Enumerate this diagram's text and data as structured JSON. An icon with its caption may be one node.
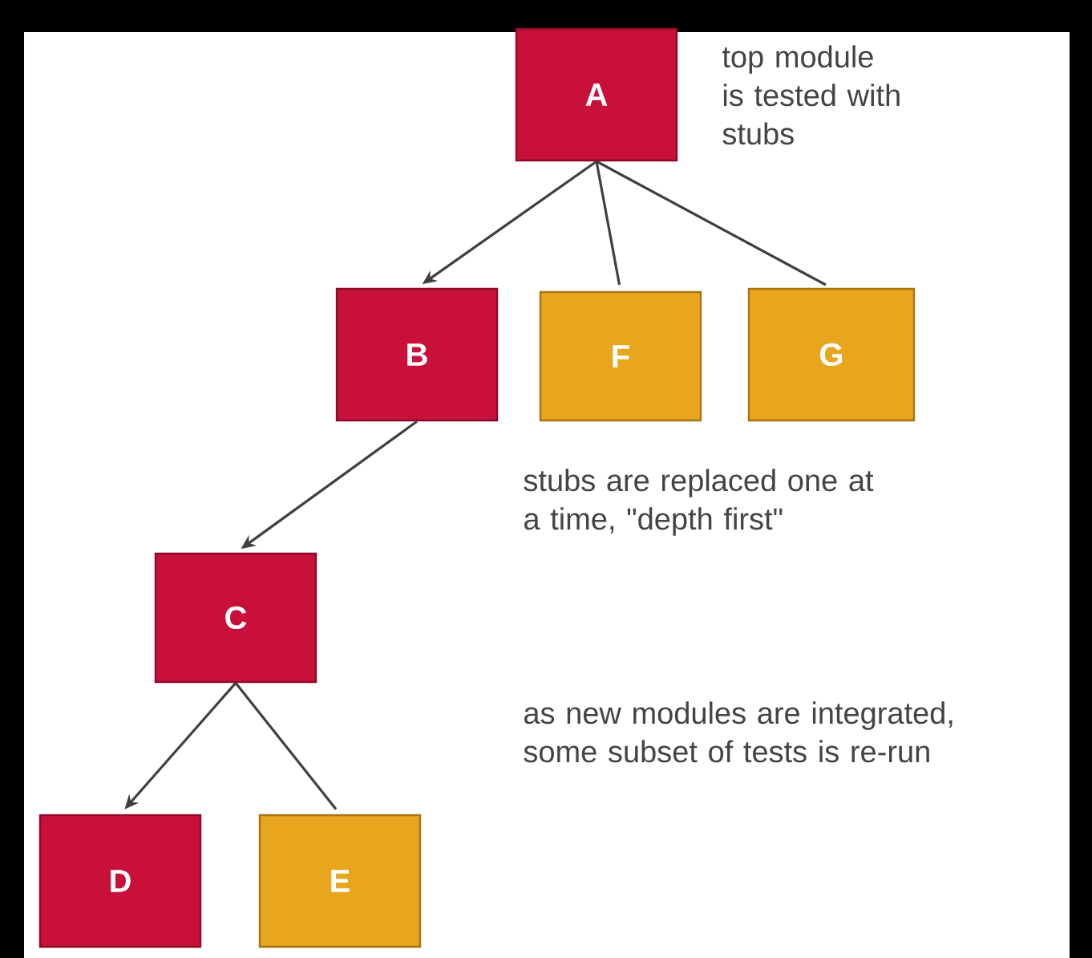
{
  "diagram": {
    "nodes": [
      {
        "text": [
          "A"
        ]
      },
      {
        "text": [
          "B"
        ]
      },
      {
        "text": [
          "F"
        ]
      },
      {
        "text": [
          "G"
        ]
      },
      {
        "text": [
          "C"
        ]
      },
      {
        "text": [
          "D"
        ]
      },
      {
        "text": [
          "E"
        ]
      }
    ],
    "edges": [
      {
        "from": 0,
        "to": 1,
        "arrow": "to"
      },
      {
        "from": 0,
        "to": 2,
        "arrow": "none"
      },
      {
        "from": 0,
        "to": 3,
        "arrow": "none"
      },
      {
        "from": 1,
        "to": 4,
        "arrow": "to"
      },
      {
        "from": 4,
        "to": 5,
        "arrow": "to"
      },
      {
        "from": 4,
        "to": 6,
        "arrow": "none"
      }
    ],
    "labels": [
      "top module is tested with stubs",
      "stubs are replaced one at a time, \"depth first\"",
      "as new modules are integrated, some subset of tests is re-run"
    ]
  }
}
